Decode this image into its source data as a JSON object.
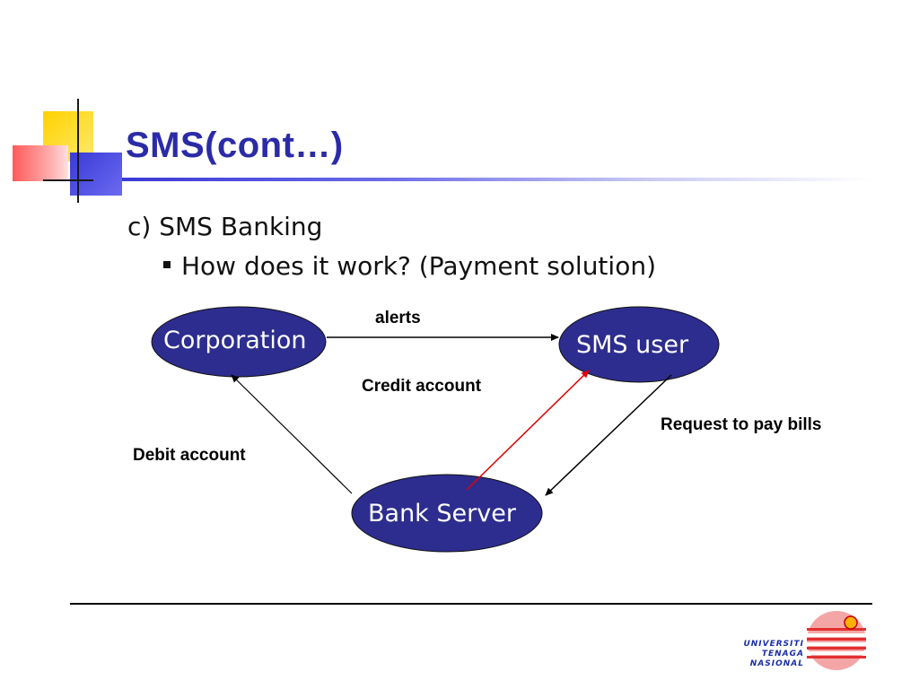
{
  "slide": {
    "title": "SMS(cont…)",
    "subtitle": "c) SMS Banking",
    "bullet": "How does it work? (Payment solution)"
  },
  "diagram": {
    "nodes": {
      "corporation": "Corporation",
      "sms_user": "SMS user",
      "bank_server": "Bank Server"
    },
    "edges": {
      "alerts": "alerts",
      "credit_account": "Credit account",
      "request_to_pay_bills": "Request to pay bills",
      "debit_account": "Debit account"
    }
  },
  "logo": {
    "line1": "UNIVERSITI",
    "line2": "TENAGA",
    "line3": "NASIONAL"
  },
  "colors": {
    "title": "#2b2ba8",
    "node_fill": "#2d2d8f",
    "red_arrow": "#e00000"
  }
}
